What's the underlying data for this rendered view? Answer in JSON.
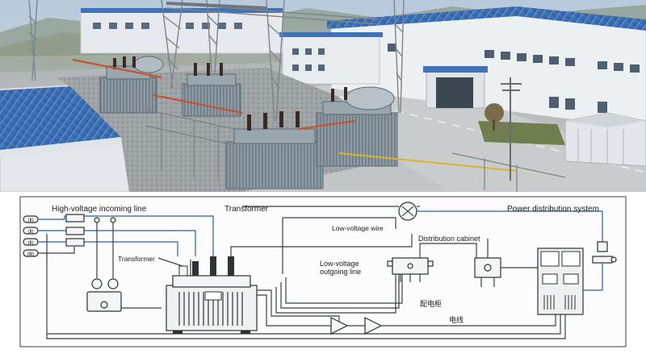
{
  "photo": {
    "description_icon": "substation-aerial-photo"
  },
  "diagram": {
    "labels": {
      "hv_incoming": "High-voltage incoming line",
      "transformer_top": "Transformer",
      "power_distribution": "Power distribution system",
      "lv_wire": "Low-voltage wire",
      "distribution_cabinet": "Distribution cabinet",
      "transformer_side": "Transformer",
      "lv_outgoing_1": "Low-voltage",
      "lv_outgoing_2": "outgoing line",
      "cabinet_cn": "配电柜",
      "wire_cn": "电线"
    },
    "input_terminals": [
      "(Ⅱ)",
      "(Ⅱ)",
      "(Ⅱ)",
      "(Ⅲ)"
    ]
  },
  "colors": {
    "sky": "#c9d7e6",
    "roof_blue": "#3a6fb8",
    "building_white": "#e9edf1",
    "ground": "#b9bcbd",
    "transformer_gray": "#8e9aa3",
    "wire_blue": "#2a5fa8",
    "line_dark": "#3a3f45"
  }
}
